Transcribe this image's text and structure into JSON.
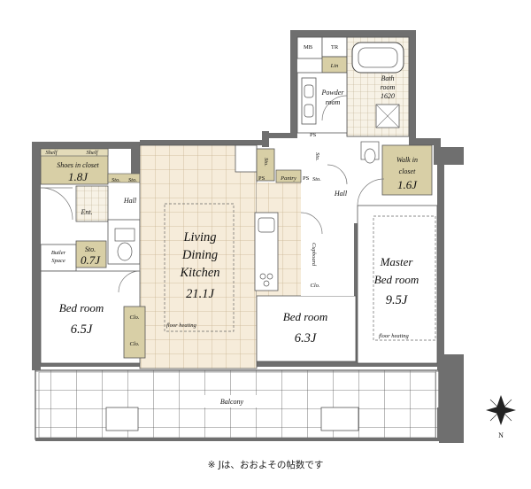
{
  "rooms": {
    "mb": "MB",
    "tr": "TR",
    "lin": "Lin",
    "bath_1": "Bath",
    "bath_2": "room",
    "bath_3": "1620",
    "powder_1": "Powder",
    "powder_2": "room",
    "shelf_left": "Shelf",
    "shelf_right": "Shelf",
    "shoes_closet": "Shoes in closet",
    "shoes_size": "1.8J",
    "sto_top_1": "Sto.",
    "sto_top_2": "Sto.",
    "sto_lobby": "Sto.",
    "sto_kitchen": "Sto.",
    "sto_hall": "Sto.",
    "hall_left": "Hall",
    "hall_right": "Hall",
    "ent": "Ent.",
    "ps_1": "PS",
    "ps_2": "PS",
    "ps_3": "PS",
    "pantry": "Pantry",
    "walkin_1": "Walk in",
    "walkin_2": "closet",
    "walkin_size": "1.6J",
    "butler_1": "Butler",
    "butler_2": "Space",
    "sto_07": "Sto.",
    "sto_07_size": "0.7J",
    "ldk_1": "Living",
    "ldk_2": "Dining",
    "ldk_3": "Kitchen",
    "ldk_size": "21.1J",
    "floor_heating_ldk": "floor heating",
    "floor_heating_master": "floor heating",
    "cupboard": "Cupboard",
    "clo_kitchen": "Clo.",
    "clo_bed1_a": "Clo.",
    "clo_bed1_b": "Clo.",
    "bed1": "Bed room",
    "bed1_size": "6.5J",
    "bed2": "Bed room",
    "bed2_size": "6.3J",
    "master_1": "Master",
    "master_2": "Bed room",
    "master_size": "9.5J",
    "balcony": "Balcony"
  },
  "compass": {
    "north": "N"
  },
  "footnote": "※ Jは、おおよその帖数です",
  "colors": {
    "wall": "#6f6f6f",
    "floor_tile": "#f4ead8",
    "storage": "#d8cfa6",
    "balcony_grid": "#444444"
  }
}
